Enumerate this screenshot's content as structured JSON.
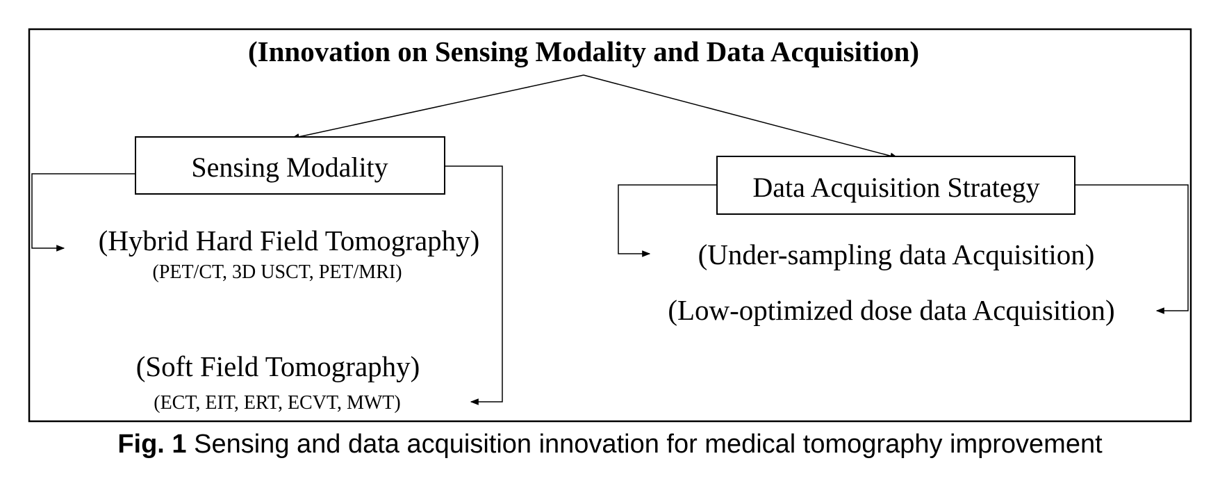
{
  "title": "(Innovation on Sensing Modality and Data Acquisition)",
  "left": {
    "box_label": "Sensing Modality",
    "item1": {
      "title": "(Hybrid Hard Field Tomography)",
      "subtitle": "(PET/CT, 3D USCT, PET/MRI)"
    },
    "item2": {
      "title": "(Soft Field Tomography)",
      "subtitle": "(ECT, EIT, ERT, ECVT, MWT)"
    }
  },
  "right": {
    "box_label": "Data Acquisition Strategy",
    "item1": "(Under-sampling data Acquisition)",
    "item2": "(Low-optimized dose data Acquisition)"
  },
  "caption": {
    "prefix": "Fig. 1",
    "text": "Sensing and data acquisition innovation for medical tomography improvement"
  }
}
